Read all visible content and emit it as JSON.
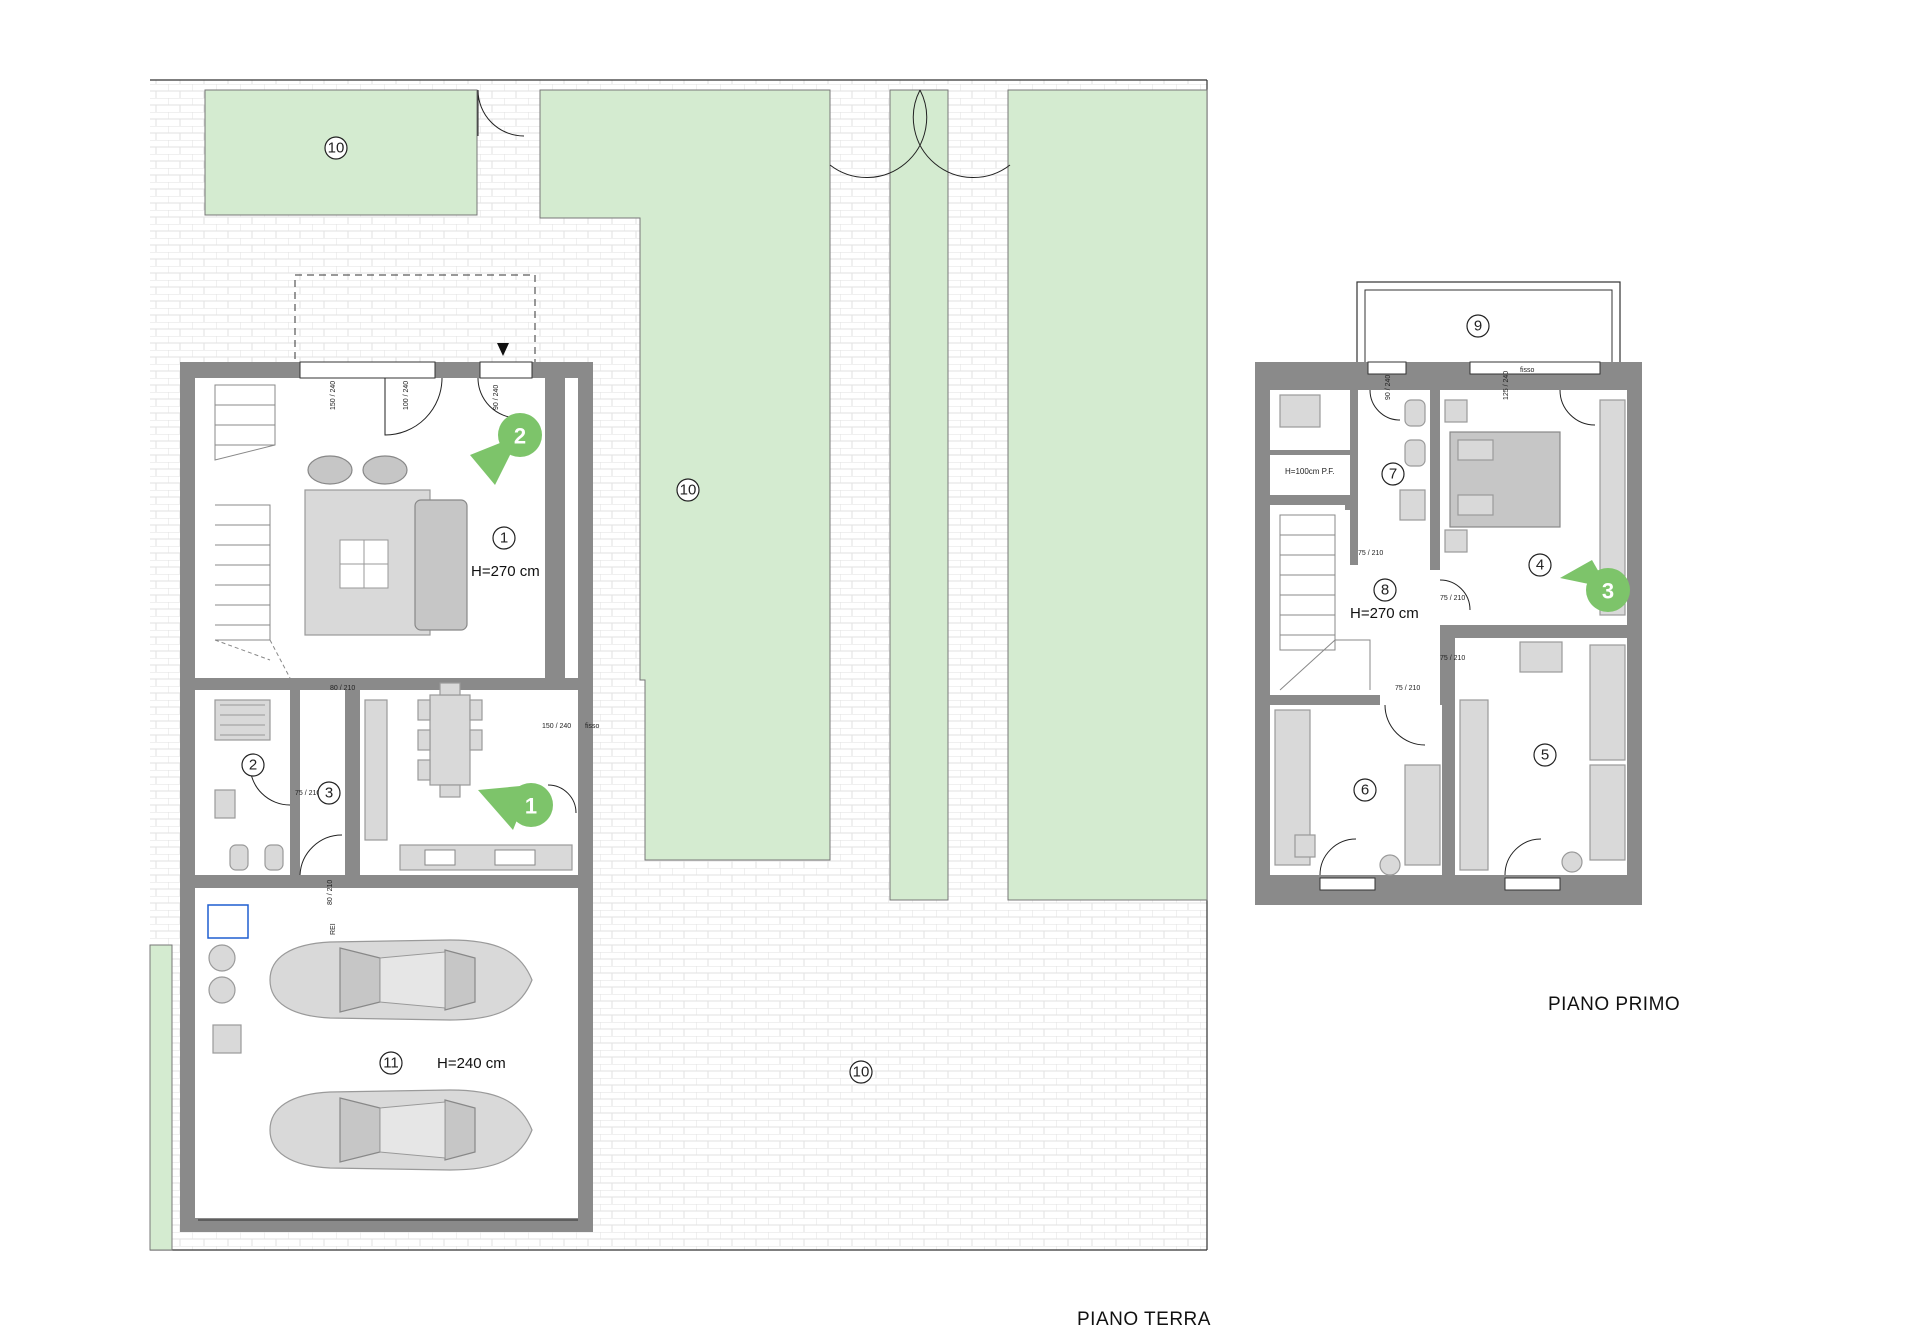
{
  "floors": {
    "ground": {
      "title": "PIANO TERRA"
    },
    "first": {
      "title": "PIANO PRIMO"
    }
  },
  "rooms": {
    "r1": "1",
    "r2": "2",
    "r3": "3",
    "r4": "4",
    "r5": "5",
    "r6": "6",
    "r7": "7",
    "r8": "8",
    "r9": "9",
    "r10": "10",
    "r11": "11"
  },
  "heights": {
    "living": "H=270 cm",
    "garage": "H=240 cm",
    "first_floor": "H=270 cm",
    "parapet": "H=100cm P.F."
  },
  "viewpoints": [
    "1",
    "2",
    "3"
  ],
  "dimensions": {
    "d150_240": "150 / 240",
    "d100_240": "100 / 240",
    "d90_240": "90 / 240",
    "d80_210": "80 / 210",
    "d75_210": "75 / 210",
    "d125_240": "125 / 240",
    "fisso": "fisso",
    "rei": "REI"
  },
  "colors": {
    "grass": "#d4ebd0",
    "wall": "#8a8a8a",
    "pin": "#7dc46a"
  }
}
